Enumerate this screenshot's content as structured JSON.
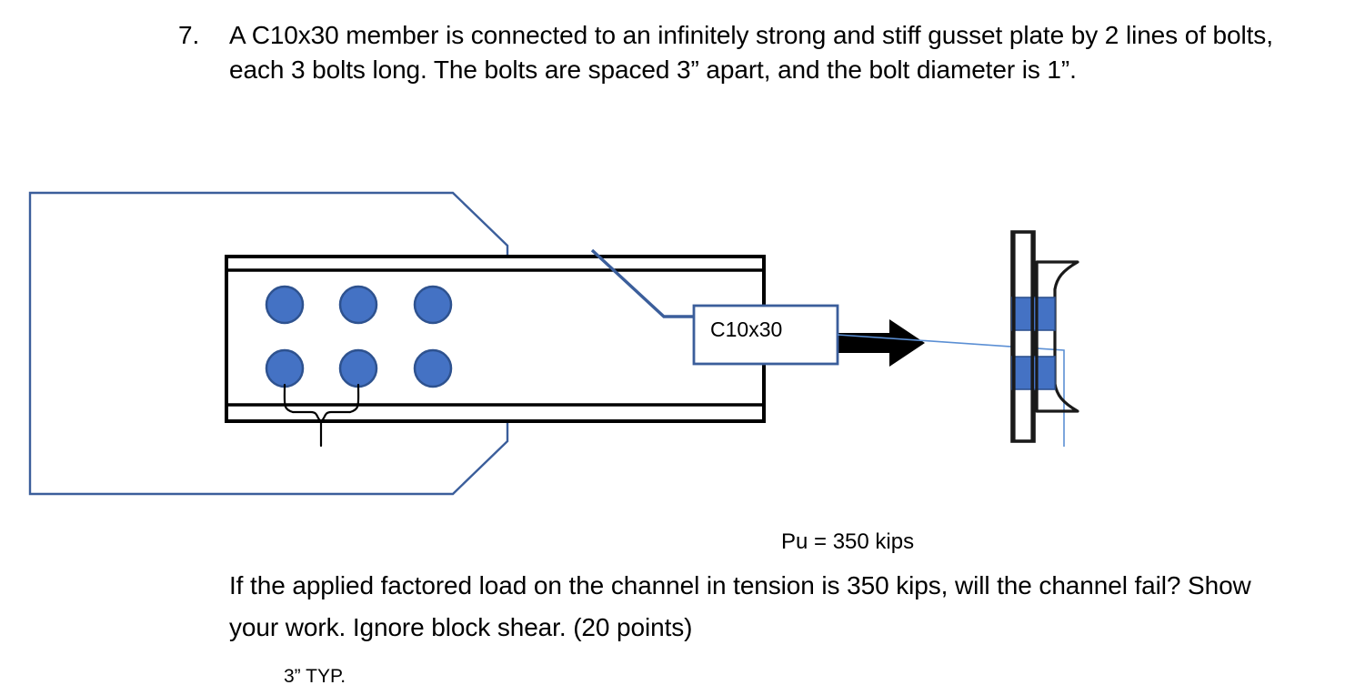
{
  "problem": {
    "number": "7.",
    "statement": "A C10x30 member is connected to an infinitely strong and stiff gusset plate by 2 lines of bolts, each 3 bolts long. The bolts are spaced 3” apart, and the bolt diameter is 1”."
  },
  "figure": {
    "member_label": "C10x30",
    "load_label": "Pu = 350 kips",
    "spacing_label": "3” TYP.",
    "colors": {
      "bolt_fill": "#4472C4",
      "bolt_stroke": "#2E528F",
      "gusset_outline": "#3B5E9B",
      "callout_border": "#3B5E9B",
      "thin_leader": "#5B8FD4",
      "member_outline": "#000000",
      "arrow_fill": "#000000",
      "section_outline": "#1A1A1A"
    },
    "bolt_rows": 2,
    "bolt_columns": 3,
    "bolt_count": 6,
    "section_bolt_count": 2
  },
  "closing": {
    "question": "If the applied factored load on the channel in tension is 350 kips, will the channel fail? Show your work. Ignore block shear. (20 points)"
  }
}
